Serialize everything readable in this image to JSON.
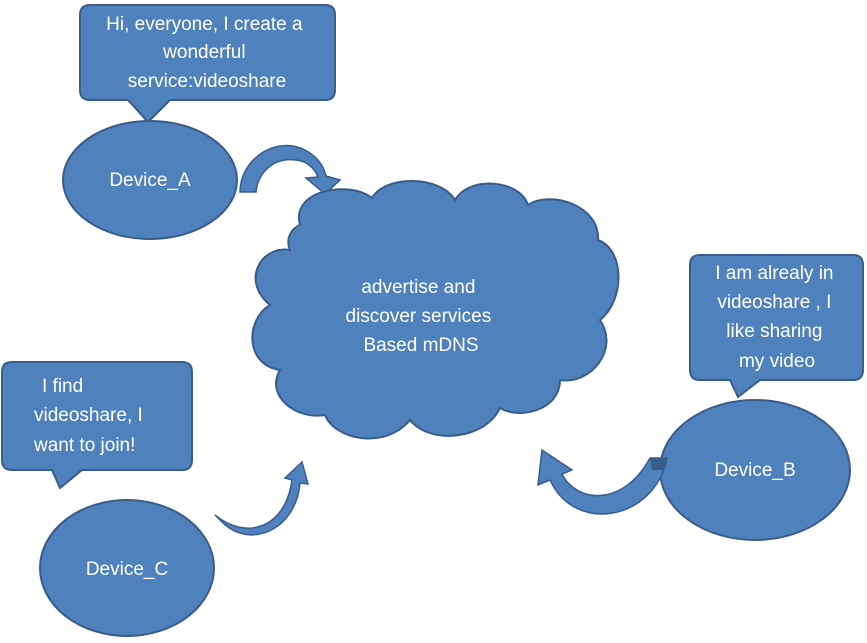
{
  "colors": {
    "shape_fill": "#4f81bd",
    "shape_stroke": "#385d8a",
    "text": "#ffffff"
  },
  "callout_a": {
    "lines": [
      "Hi, everyone, I create a",
      "wonderful",
      "service:videoshare"
    ]
  },
  "device_a": {
    "label": "Device_A"
  },
  "cloud": {
    "lines": [
      "advertise and",
      "discover services",
      "Based mDNS"
    ]
  },
  "callout_b": {
    "lines": [
      "I am alrealy in",
      "videoshare , I",
      "like sharing",
      "my video"
    ]
  },
  "device_b": {
    "label": "Device_B"
  },
  "callout_c": {
    "lines": [
      "I find",
      "videoshare, I",
      "want to join!"
    ]
  },
  "device_c": {
    "label": "Device_C"
  }
}
